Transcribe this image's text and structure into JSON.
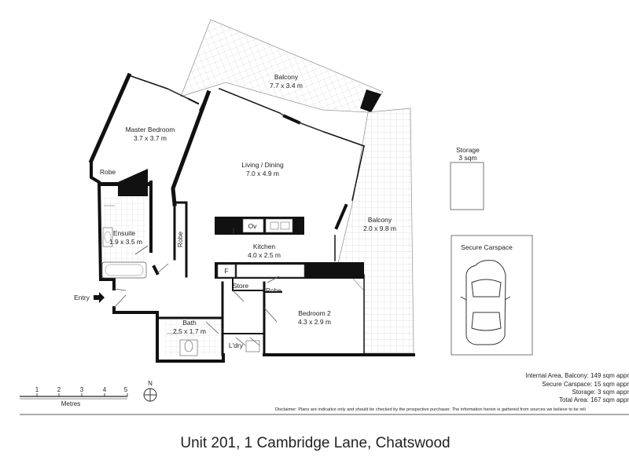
{
  "rooms": {
    "balcony_top": {
      "name": "Balcony",
      "size": "7.7 x 3.4 m"
    },
    "master_bedroom": {
      "name": "Master Bedroom",
      "size": "3.7 x 3.7 m"
    },
    "living_dining": {
      "name": "Living / Dining",
      "size": "7.0 x 4.9 m"
    },
    "balcony_side": {
      "name": "Balcony",
      "size": "2.0 x 9.8 m"
    },
    "storage": {
      "name": "Storage",
      "size": "3 sqm"
    },
    "secure_carspace": {
      "name": "Secure Carspace"
    },
    "robe_master": {
      "name": "Robe"
    },
    "ensuite": {
      "name": "Ensuite",
      "size": "1.9 x 3.5 m"
    },
    "robe_hall": {
      "name": "Robe"
    },
    "kitchen": {
      "name": "Kitchen",
      "size": "4.0 x 2.5 m"
    },
    "oven": {
      "name": "Ov"
    },
    "fridge": {
      "name": "F"
    },
    "store": {
      "name": "Store"
    },
    "robe_bed2": {
      "name": "Robe"
    },
    "entry": {
      "name": "Entry"
    },
    "bedroom2": {
      "name": "Bedroom 2",
      "size": "4.3 x 2.9 m"
    },
    "bath": {
      "name": "Bath",
      "size": "2.5 x 1.7 m"
    },
    "laundry": {
      "name": "L'dry"
    }
  },
  "areas": [
    {
      "label": "Internal Area, Balcony:",
      "value": "149 sqm appr"
    },
    {
      "label": "Secure Carspace:",
      "value": "15 sqm appr"
    },
    {
      "label": "Storage:",
      "value": "3 sqm appr"
    },
    {
      "label": "Total Area:",
      "value": "167 sqm appr"
    }
  ],
  "scale": {
    "ticks": [
      "1",
      "2",
      "3",
      "4",
      "5"
    ],
    "unit": "Metres"
  },
  "compass": {
    "label": "N"
  },
  "disclaimer": "Disclaimer: Plans are indicative only and should be checked by the prospective purchaser. The information herein is gathered from sources we believe to be reli",
  "address": "Unit 201, 1 Cambridge Lane, Chatswood"
}
